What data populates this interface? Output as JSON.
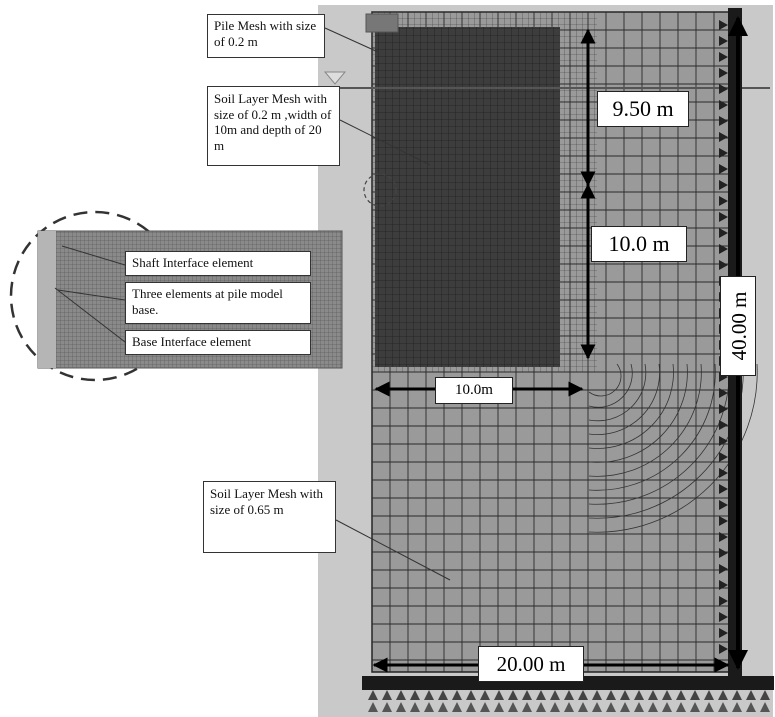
{
  "callouts": {
    "pile_mesh": "Pile Mesh with size of 0.2 m",
    "soil_fine_mesh": "Soil Layer Mesh with size of 0.2 m ,width of 10m and depth of 20 m",
    "shaft_interface": "Shaft Interface element",
    "three_elements": "Three elements at pile model base.",
    "base_interface": "Base Interface element",
    "soil_coarse_mesh": "Soil Layer Mesh with size of 0.65 m"
  },
  "dimensions": {
    "embedment_upper": "9.50 m",
    "embedment_lower": "10.0 m",
    "fine_zone_width": "10.0m",
    "model_depth": "40.00 m",
    "model_width": "20.00 m"
  },
  "colors": {
    "model_bg": "#9a9a9a",
    "pile_fill": "#3c3c3c",
    "mesh_line": "#2a2a2a",
    "panel_light": "#c8c8c8"
  }
}
